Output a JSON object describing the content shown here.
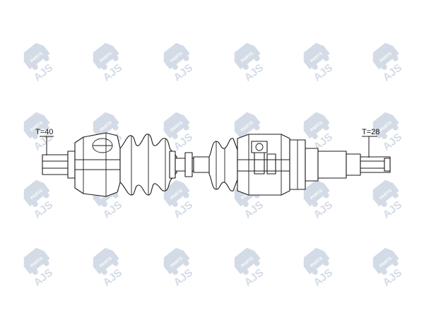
{
  "watermark": {
    "brand": "AJS",
    "tag": "PARTS",
    "color": "#d3dbe6"
  },
  "diagram": {
    "left_spline_label": "T=40",
    "right_spline_label": "T=28",
    "line_color": "#1a1a1a"
  }
}
